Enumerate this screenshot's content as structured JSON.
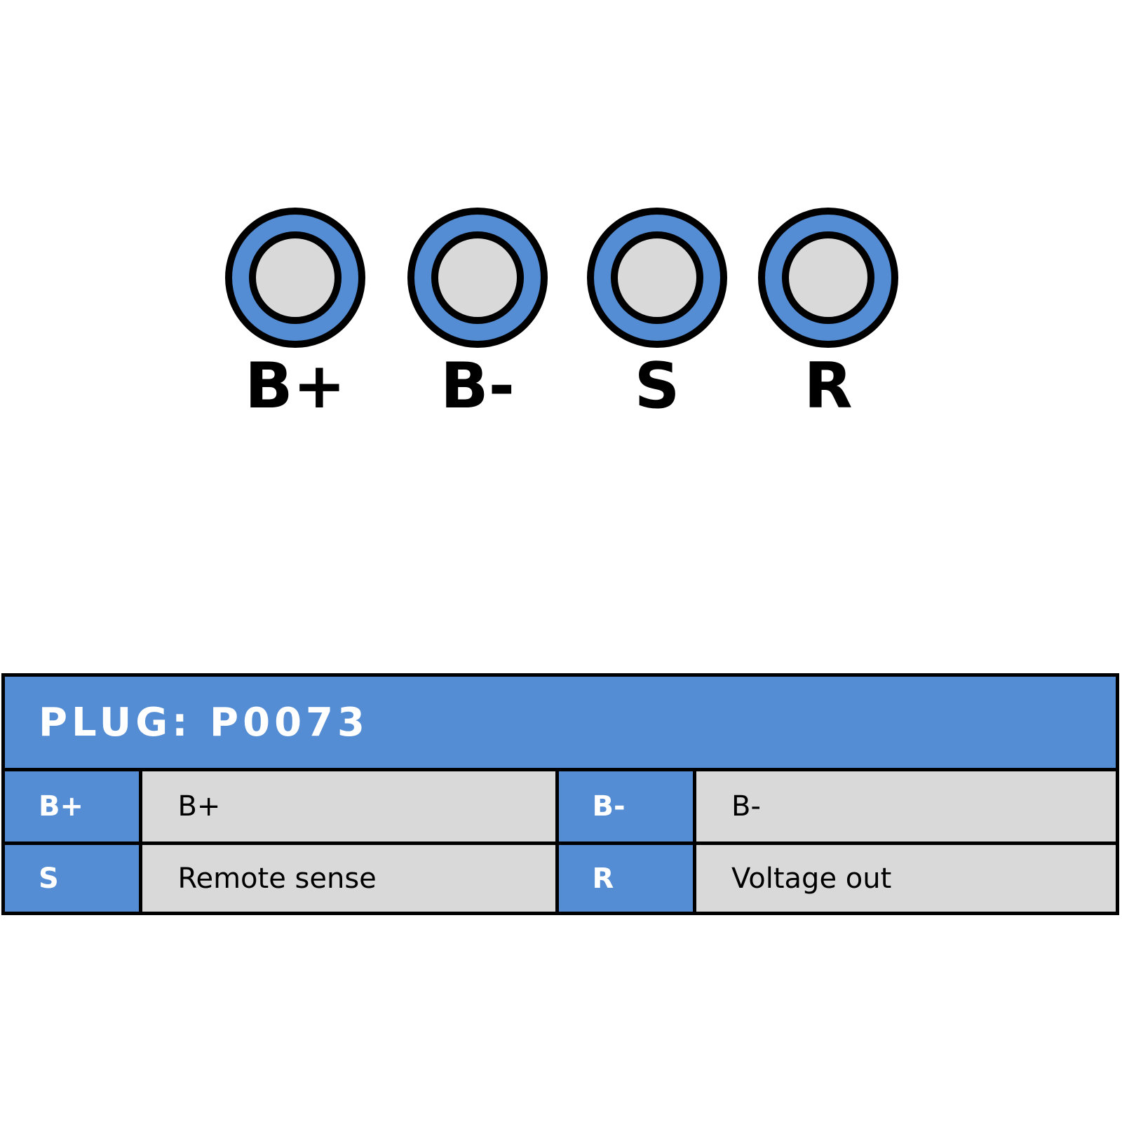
{
  "pins": [
    {
      "label": "B+"
    },
    {
      "label": "B-"
    },
    {
      "label": "S"
    },
    {
      "label": "R"
    }
  ],
  "plug": {
    "title": "PLUG: P0073",
    "rows": [
      [
        {
          "key": "B+",
          "value": "B+"
        },
        {
          "key": "B-",
          "value": "B-"
        }
      ],
      [
        {
          "key": "S",
          "value": "Remote sense"
        },
        {
          "key": "R",
          "value": "Voltage out"
        }
      ]
    ]
  },
  "colors": {
    "accent": "#548dd4",
    "pin_fill": "#d9d9d9",
    "outline": "#000000"
  }
}
